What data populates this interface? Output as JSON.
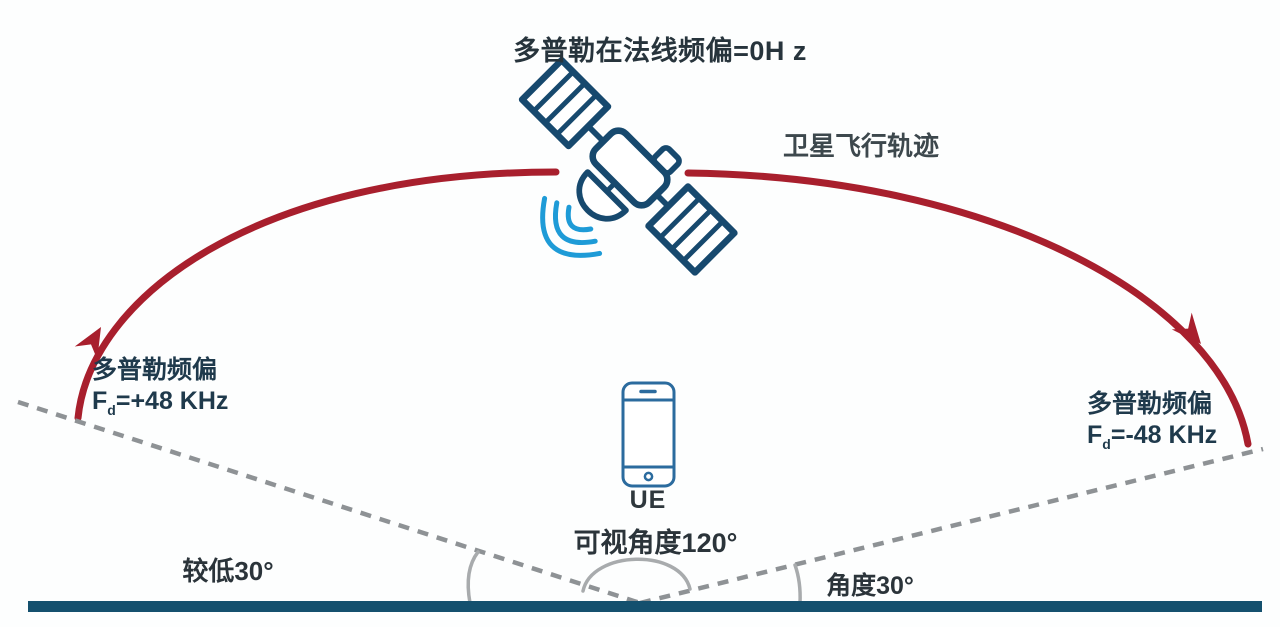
{
  "diagram": {
    "title": "多普勒在法线频偏=0H z",
    "trajectory_label": "卫星飞行轨迹",
    "doppler_left": {
      "title": "多普勒频偏",
      "f": "F",
      "sub": "d",
      "value": "=+48 KHz"
    },
    "doppler_right": {
      "title": "多普勒频偏",
      "f": "F",
      "sub": "d",
      "value": "=-48 KHz"
    },
    "ue_label": "UE",
    "view_angle_label": "可视角度120°",
    "left_angle_label": "较低30°",
    "right_angle_label": "角度30°",
    "icons": {
      "satellite": "satellite-icon",
      "signal_waves": "signal-waves-icon",
      "phone": "ue-phone-icon"
    },
    "colors": {
      "trajectory_red": "#a81f2d",
      "satellite_navy": "#17496e",
      "signal_blue": "#1e9bd7",
      "phone_blue": "#2b6b9e",
      "ground_navy": "#14506e",
      "dash_gray": "#8e9295",
      "angle_arc_gray": "#a8abad",
      "text_dark": "#2a343b"
    }
  }
}
